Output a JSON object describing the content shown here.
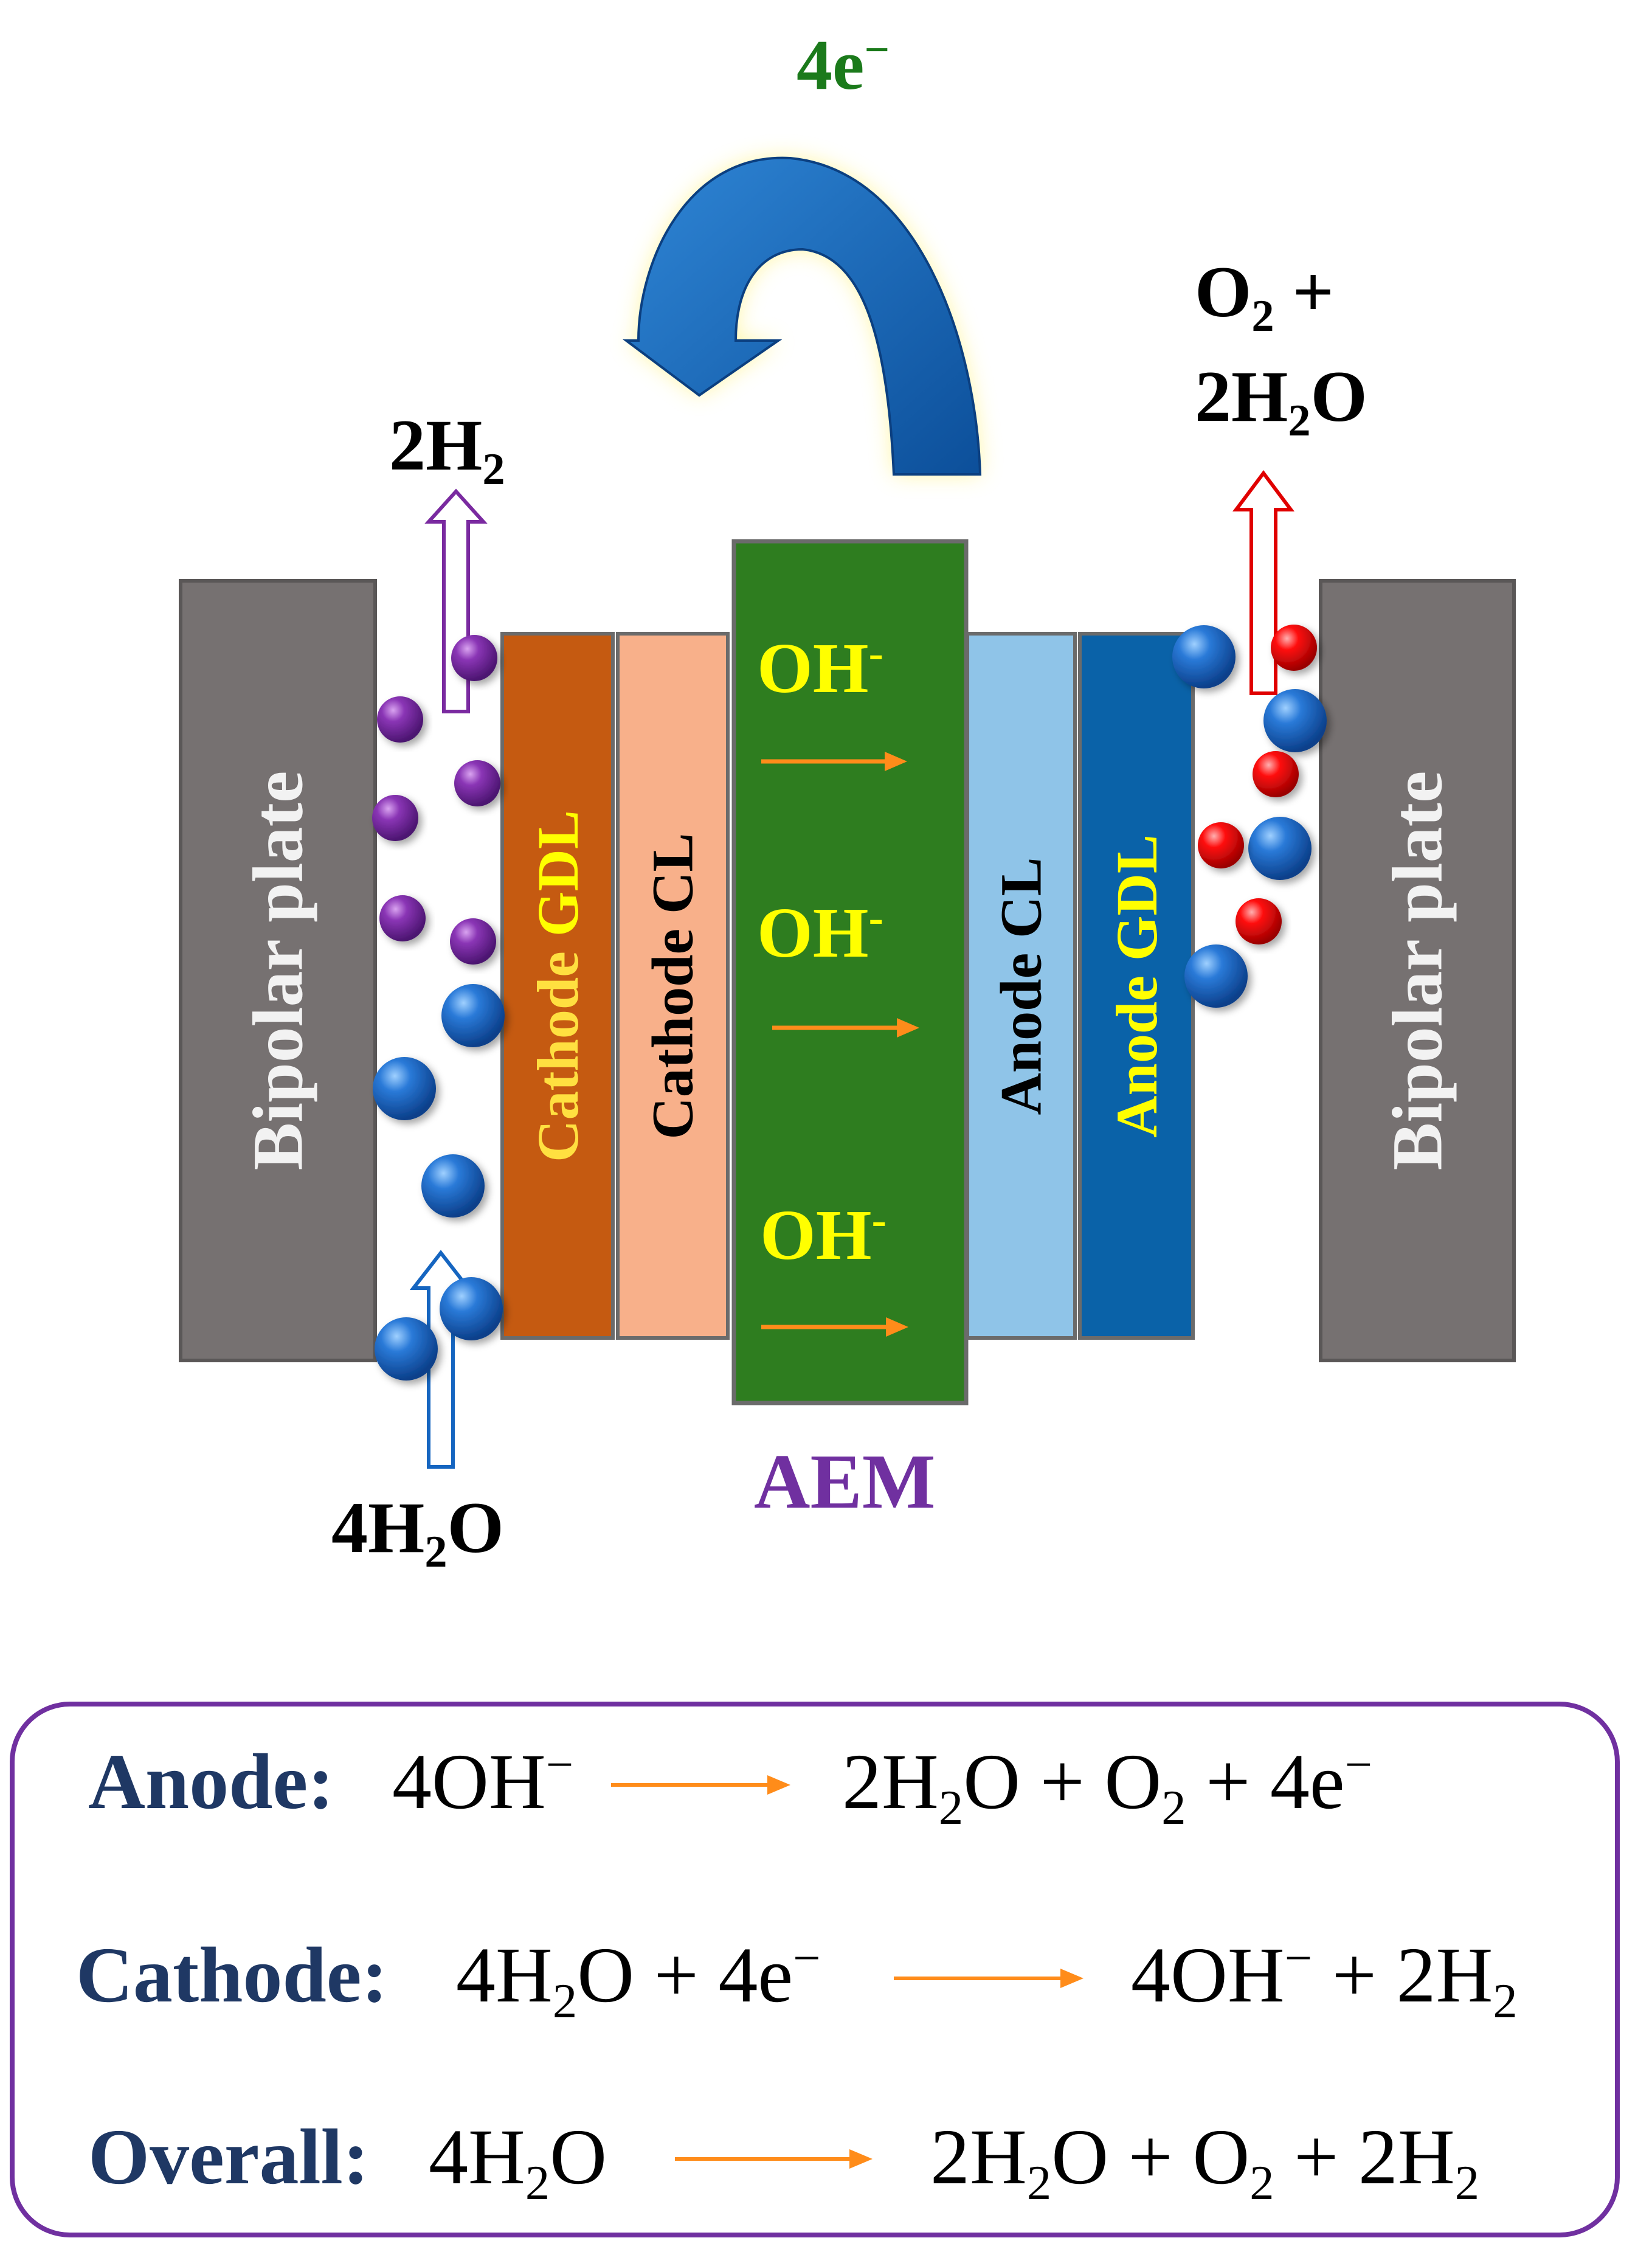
{
  "electron_flow": {
    "coef": "4e",
    "sup": "−"
  },
  "left_plate": {
    "label": "Bipolar plate"
  },
  "right_plate": {
    "label": "Bipolar plate"
  },
  "layers": {
    "cathode_gdl": {
      "word": "Cathode",
      "suffix": "GDL"
    },
    "cathode_cl": {
      "label": "Cathode CL"
    },
    "anode_cl": {
      "label": "Anode CL"
    },
    "anode_gdl": {
      "word": "Anode",
      "suffix": "GDL"
    }
  },
  "membrane": {
    "label": "AEM",
    "ions": [
      {
        "base": "OH",
        "sup": "-"
      },
      {
        "base": "OH",
        "sup": "-"
      },
      {
        "base": "OH",
        "sup": "-"
      }
    ]
  },
  "cathode_output": {
    "coef": "2H",
    "sub": "2"
  },
  "cathode_input": {
    "coef": "4H",
    "sub": "2",
    "rest": "O"
  },
  "anode_output": {
    "line1": "O",
    "line1_sub": "2",
    "line1_rest": " +",
    "line2": "2H",
    "line2_sub": "2",
    "line2_rest": "O"
  },
  "equations": {
    "anode": {
      "label": "Anode:",
      "lhs": {
        "a": "4OH",
        "a_sup": "−"
      },
      "rhs": {
        "a": "2H",
        "a_sub": "2",
        "b": "O + O",
        "b_sub": "2",
        "c": " + 4e",
        "c_sup": "−"
      }
    },
    "cathode": {
      "label": "Cathode:",
      "lhs": {
        "a": "4H",
        "a_sub": "2",
        "b": "O + 4e",
        "b_sup": "−"
      },
      "rhs": {
        "a": "4OH",
        "a_sup": "−",
        "b": " + 2H",
        "b_sub": "2"
      }
    },
    "overall": {
      "label": "Overall:",
      "lhs": {
        "a": "4H",
        "a_sub": "2",
        "b": "O"
      },
      "rhs": {
        "a": "2H",
        "a_sub": "2",
        "b": "O + O",
        "b_sub": "2",
        "c": " + 2H",
        "c_sub": "2"
      }
    }
  },
  "colors": {
    "plate": "#767171",
    "cathode_gdl": "#c55a11",
    "cathode_cl": "#f8b08a",
    "aem": "#2e7d1f",
    "anode_cl": "#8fc4e8",
    "anode_gdl": "#0a62a8",
    "h2_bubble": "#7a2aa0",
    "water_bubble": "#1565c0",
    "o2_bubble": "#e00000",
    "arrow_orange": "#ff8c1a",
    "label_yellow": "#ffff00",
    "title_green": "#1b7a1b",
    "aem_purple": "#7030a0",
    "eq_label": "#1f3864",
    "box_border": "#7030a0"
  }
}
